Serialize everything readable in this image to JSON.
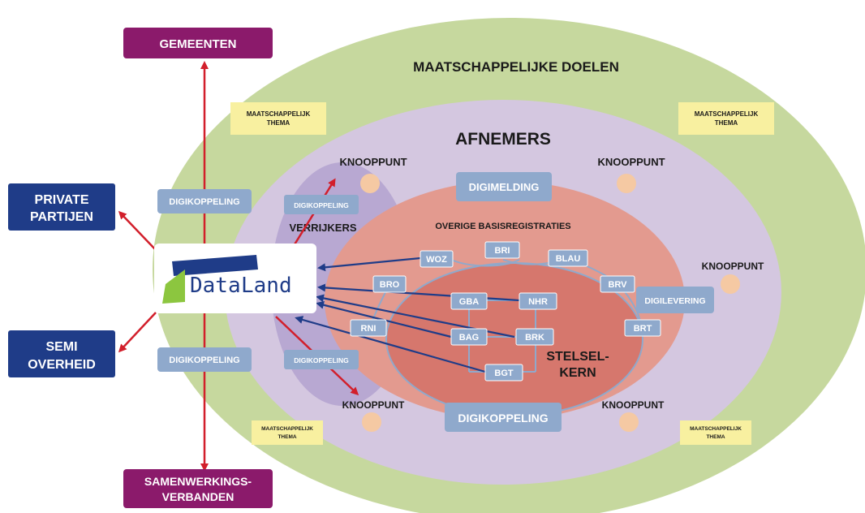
{
  "outer_ring": {
    "label": "MAATSCHAPPELIJKE DOELEN",
    "color": "#c6d89e"
  },
  "middle_ring": {
    "label": "AFNEMERS",
    "color": "#d4c7e0"
  },
  "inner_ring": {
    "label": "OVERIGE BASISREGISTRATIES",
    "color": "#e39a8f"
  },
  "core": {
    "label_line1": "STELSEL-",
    "label_line2": "KERN",
    "color": "#d6776d"
  },
  "verrijkers": {
    "label": "VERRIJKERS",
    "color": "#b8a8d2"
  },
  "left_targets": {
    "gemeenten": "GEMEENTEN",
    "private_line1": "PRIVATE",
    "private_line2": "PARTIJEN",
    "semi_line1": "SEMI",
    "semi_line2": "OVERHEID",
    "samen_line1": "SAMENWERKINGS-",
    "samen_line2": "VERBANDEN"
  },
  "logo": {
    "text_part1": "Data",
    "text_part2": "Land"
  },
  "themes": {
    "line1": "MAATSCHAPPELIJK",
    "line2": "THEMA"
  },
  "knooppunt": "KNOOPPUNT",
  "services": {
    "digikoppeling": "DIGIKOPPELING",
    "digimelding": "DIGIMELDING",
    "digilevering": "DIGILEVERING"
  },
  "registers": {
    "woz": "WOZ",
    "bri": "BRI",
    "blau": "BLAU",
    "bro": "BRO",
    "brv": "BRV",
    "brt": "BRT",
    "rni": "RNI",
    "gba": "GBA",
    "nhr": "NHR",
    "bag": "BAG",
    "brk": "BRK",
    "bgt": "BGT"
  },
  "colors": {
    "navy": "#1f3c88",
    "purple": "#8b1a6b",
    "red_arrow": "#d21f2b",
    "blue_arrow": "#1f3c88",
    "box_blue": "#8fa9cc",
    "theme_yellow": "#f8f0a0",
    "knooppunt_dot": "#f5c9a3",
    "logo_navy": "#1f3c88",
    "logo_green": "#8cc63f"
  }
}
